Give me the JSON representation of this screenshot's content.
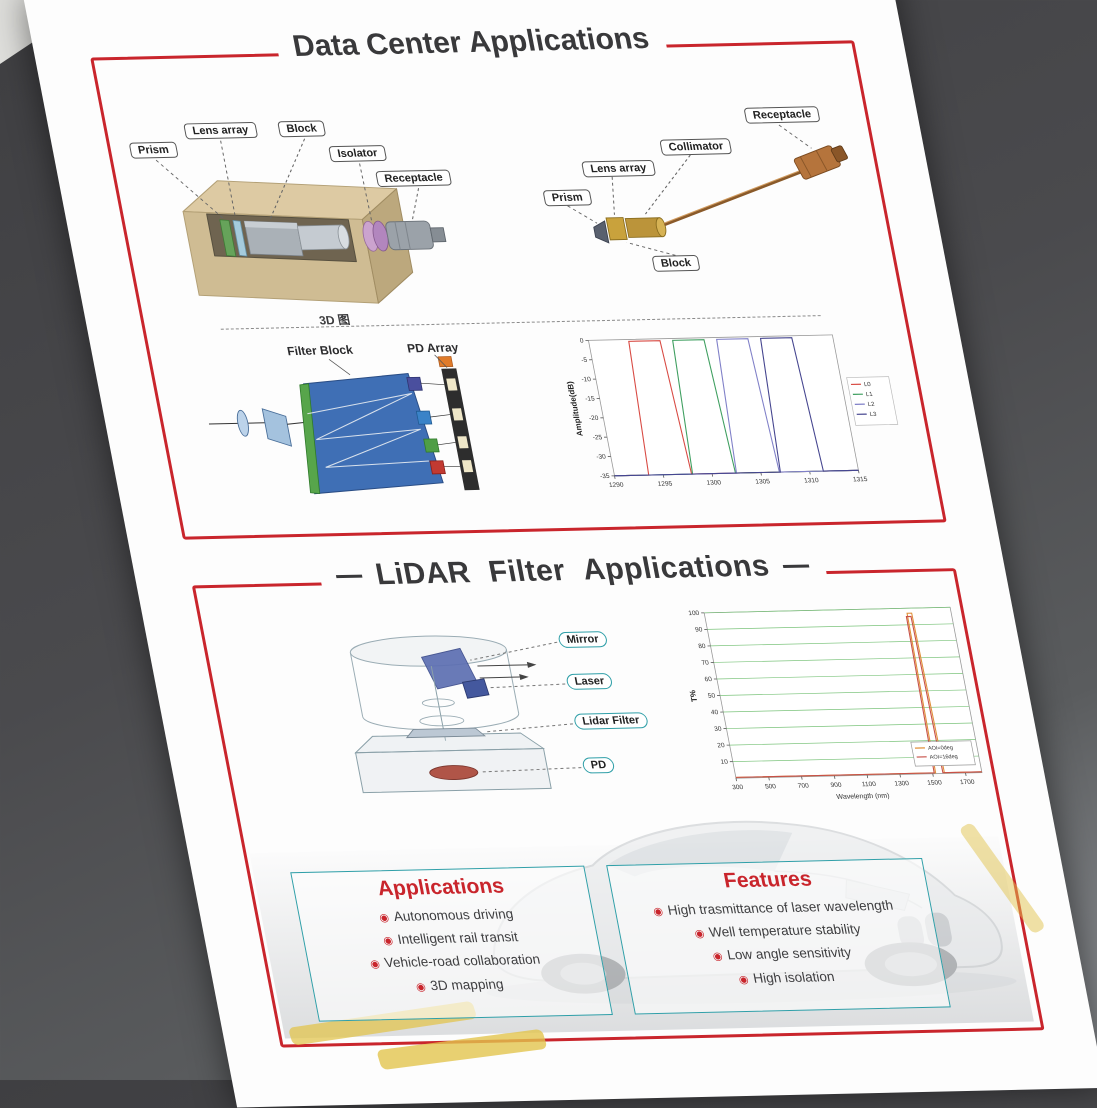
{
  "section1": {
    "title": "Data Center Applications",
    "left_diagram": {
      "labels": [
        "Prism",
        "Lens array",
        "Block",
        "Isolator",
        "Receptacle"
      ],
      "caption": "3D 图"
    },
    "right_diagram": {
      "labels": [
        "Receptacle",
        "Collimator",
        "Lens array",
        "Prism",
        "Block"
      ]
    },
    "schematic": {
      "filter_block": "Filter Block",
      "pd_array": "PD Array"
    }
  },
  "section2": {
    "title": "LiDAR Filter Applications",
    "bullet_icon": "◉",
    "lidar_diagram": {
      "labels": [
        "Mirror",
        "Laser",
        "Lidar Filter",
        "PD"
      ]
    },
    "applications": {
      "title": "Applications",
      "items": [
        "Autonomous driving",
        "Intelligent rail transit",
        "Vehicle-road collaboration",
        "3D mapping"
      ]
    },
    "features": {
      "title": "Features",
      "items": [
        "High trasmittance of laser wavelength",
        "Well temperature stability",
        "Low angle sensitivity",
        "High isolation"
      ]
    }
  },
  "chart_data": [
    {
      "type": "line",
      "title": "",
      "xlabel": "",
      "ylabel": "Amplitude(dB)",
      "xlim": [
        1290,
        1315
      ],
      "ylim": [
        -35,
        0
      ],
      "x_ticks": [
        1290,
        1295,
        1300,
        1305,
        1310,
        1315
      ],
      "y_ticks": [
        0,
        -5,
        -10,
        -15,
        -20,
        -25,
        -30,
        -35
      ],
      "grid": "none",
      "legend_position": "right",
      "series": [
        {
          "name": "L0",
          "color": "#d84a43",
          "points": [
            [
              1290,
              -35
            ],
            [
              1293.5,
              -35
            ],
            [
              1294.1,
              -0.5
            ],
            [
              1297.3,
              -0.5
            ],
            [
              1297.9,
              -35
            ],
            [
              1315,
              -35
            ]
          ]
        },
        {
          "name": "L1",
          "color": "#3f9f60",
          "points": [
            [
              1290,
              -35
            ],
            [
              1298.0,
              -35
            ],
            [
              1298.6,
              -0.5
            ],
            [
              1301.8,
              -0.5
            ],
            [
              1302.4,
              -35
            ],
            [
              1315,
              -35
            ]
          ]
        },
        {
          "name": "L2",
          "color": "#8080c8",
          "points": [
            [
              1290,
              -35
            ],
            [
              1302.5,
              -35
            ],
            [
              1303.1,
              -0.5
            ],
            [
              1306.3,
              -0.5
            ],
            [
              1306.9,
              -35
            ],
            [
              1315,
              -35
            ]
          ]
        },
        {
          "name": "L3",
          "color": "#45458f",
          "points": [
            [
              1290,
              -35
            ],
            [
              1307.0,
              -35
            ],
            [
              1307.6,
              -0.5
            ],
            [
              1310.8,
              -0.5
            ],
            [
              1311.4,
              -35
            ],
            [
              1315,
              -35
            ]
          ]
        }
      ]
    },
    {
      "type": "line",
      "title": "",
      "xlabel": "Wavelength (nm)",
      "ylabel": "T%",
      "xlim": [
        300,
        1800
      ],
      "ylim": [
        0,
        100
      ],
      "x_ticks": [
        300,
        500,
        700,
        900,
        1100,
        1300,
        1500,
        1700
      ],
      "y_ticks": [
        10,
        20,
        30,
        40,
        50,
        60,
        70,
        80,
        90,
        100
      ],
      "grid": "horizontal",
      "grid_color": "#7cc47c",
      "legend_position": "inside-bottom-right",
      "series": [
        {
          "name": "AOI=0deg",
          "color": "#e0903a",
          "points": [
            [
              300,
              0.5
            ],
            [
              1518,
              0.5
            ],
            [
              1532,
              97
            ],
            [
              1560,
              97
            ],
            [
              1572,
              0.5
            ],
            [
              1800,
              0.5
            ]
          ]
        },
        {
          "name": "AOI=16deg",
          "color": "#c75048",
          "points": [
            [
              300,
              0.5
            ],
            [
              1510,
              0.5
            ],
            [
              1524,
              95
            ],
            [
              1552,
              95
            ],
            [
              1563,
              0.5
            ],
            [
              1800,
              0.5
            ]
          ]
        }
      ]
    }
  ]
}
